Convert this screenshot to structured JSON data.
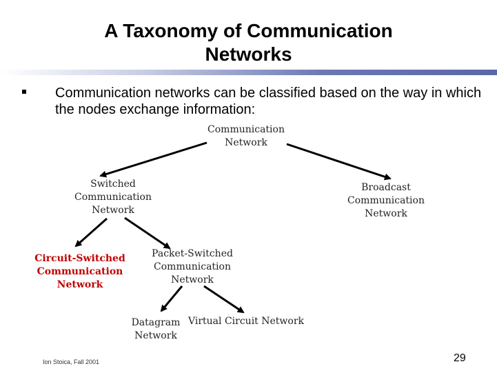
{
  "slide": {
    "title_line1": "A Taxonomy of Communication",
    "title_line2": "Networks",
    "bullet": "Communication networks can be classified based on the way in which the nodes exchange information:",
    "footer": "Ion Stoica, Fall 2001",
    "page_number": "29"
  },
  "diagram": {
    "root": [
      "Communication",
      "Network"
    ],
    "switched": [
      "Switched",
      "Communication",
      "Network"
    ],
    "broadcast": [
      "Broadcast",
      "Communication",
      "Network"
    ],
    "circuit": [
      "Circuit-Switched",
      "Communication",
      "Network"
    ],
    "packet": [
      "Packet-Switched",
      "Communication",
      "Network"
    ],
    "datagram": [
      "Datagram",
      "Network"
    ],
    "virtual": [
      "Virtual Circuit Network"
    ]
  },
  "colors": {
    "circuit_text": "#c00000"
  }
}
